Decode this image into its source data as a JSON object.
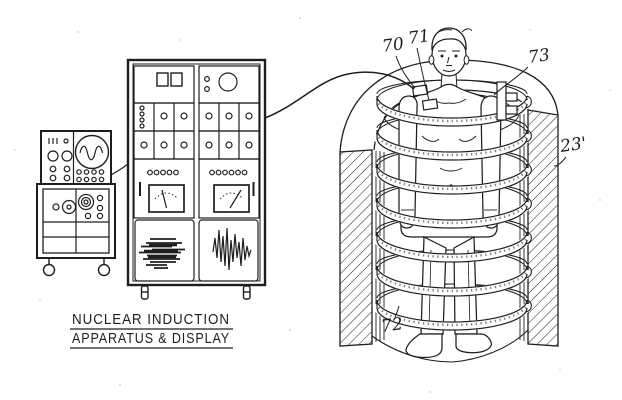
{
  "figure": {
    "caption": {
      "line1": "NUCLEAR INDUCTION",
      "line2": "APPARATUS & DISPLAY"
    },
    "ref_labels": {
      "r70": "70",
      "r71": "71",
      "r72": "72",
      "r73": "73",
      "r23prime": "23'"
    }
  },
  "colors": {
    "ink": "#1e1e1e",
    "paper": "#ffffff"
  }
}
